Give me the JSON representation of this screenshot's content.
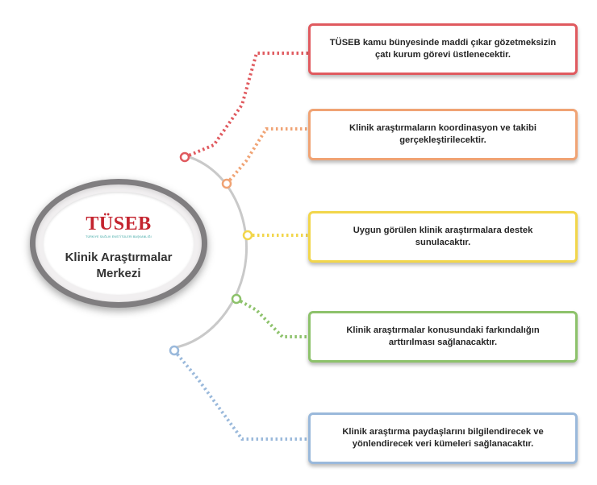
{
  "hub": {
    "logo_text": "TÜSEB",
    "logo_subtitle": "TÜRKİYE SAĞLIK ENSTİTÜLERİ BAŞKANLIĞI",
    "title_line1": "Klinik Araştırmalar",
    "title_line2": "Merkezi"
  },
  "items": [
    {
      "text": "TÜSEB kamu bünyesinde maddi çıkar gözetmeksizin çatı kurum görevi üstlenecektir.",
      "color": "#e05a5f"
    },
    {
      "text": "Klinik araştırmaların koordinasyon ve takibi gerçekleştirilecektir.",
      "color": "#f0a374"
    },
    {
      "text": "Uygun görülen klinik araştırmalara destek sunulacaktır.",
      "color": "#f2d64b"
    },
    {
      "text": "Klinik araştırmalar konusundaki farkındalığın arttırılması sağlanacaktır.",
      "color": "#8dc26b"
    },
    {
      "text": "Klinik araştırma paydaşlarını bilgilendirecek ve yönlendirecek veri kümeleri sağlanacaktır.",
      "color": "#9ab9db"
    }
  ],
  "theme": {
    "arc_color": "#c9c9c9",
    "hub_ring_color": "#807e80",
    "logo_color": "#c4242f",
    "logo_accent": "#2a9d9a"
  }
}
